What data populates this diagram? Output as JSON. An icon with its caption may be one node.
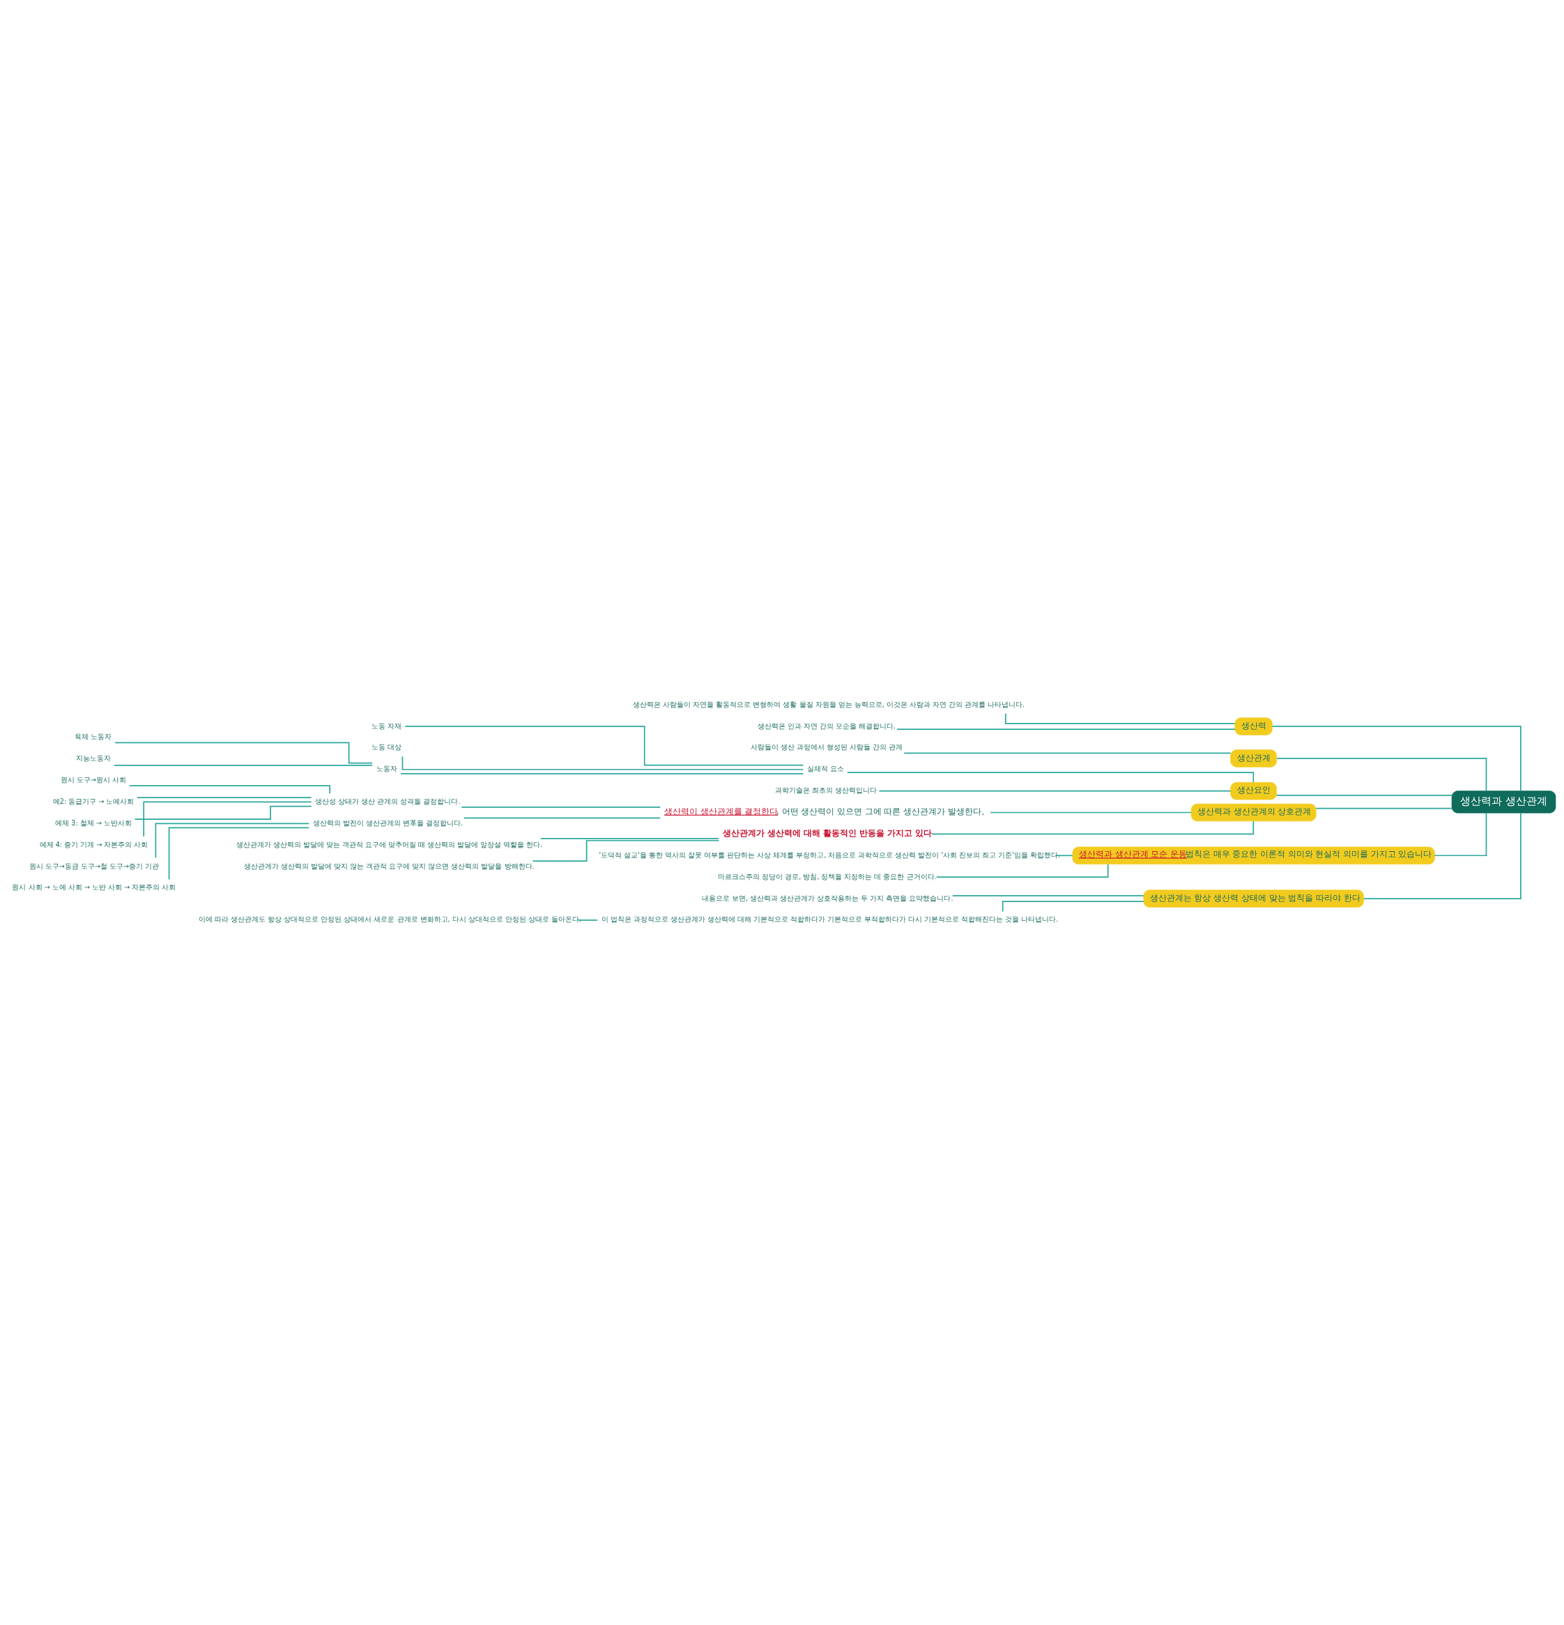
{
  "diagram": {
    "nodes": [
      {
        "text": [
          "생산력과 생산관계"
        ]
      },
      {
        "text": [
          "생산력"
        ]
      },
      {
        "text": [
          "생산력은 사람들이 자연을 활동적으로 변형하여 생활 물질 자원을 얻는 능력으로, 이것은 사람과 자연 간의 관계를 나타냅니다."
        ]
      },
      {
        "text": [
          "생산력은 인과 자연 간의 모순을 해결합니다."
        ]
      },
      {
        "text": [
          "생산관계"
        ]
      },
      {
        "text": [
          "사람들이 생산 과정에서 형성된 사람들 간의 관계"
        ]
      },
      {
        "text": [
          "생산요인"
        ]
      },
      {
        "text": [
          "실체적 요소"
        ]
      },
      {
        "text": [
          "노동 자재"
        ]
      },
      {
        "text": [
          "노동 대상"
        ]
      },
      {
        "text": [
          "노동자"
        ]
      },
      {
        "text": [
          "육체 노동자"
        ]
      },
      {
        "text": [
          "지능노동자"
        ]
      },
      {
        "text": [
          "과학기술은 최초의 생산력입니다"
        ]
      },
      {
        "text": [
          "생산력과 생산관계의 상호관계"
        ]
      },
      {
        "text": [
          "**생산력이 생산관계를 결정한다**, 어떤 생산력이 있으면 그에 따른 생산관계가 발생한다。"
        ]
      },
      {
        "text": [
          "생산성 상태가 생산 관계의 성격을 결정합니다."
        ]
      },
      {
        "text": [
          "원시 도구→원시 사회"
        ]
      },
      {
        "text": [
          "예2: 동급기구 → 노예사회"
        ]
      },
      {
        "text": [
          "예제 3: 철제 → 노반사회"
        ]
      },
      {
        "text": [
          "예제 4: 증기 기계 → 자본주의 사회"
        ]
      },
      {
        "text": [
          "생산력의 발전이 생산관계의 변革을 결정합니다."
        ]
      },
      {
        "text": [
          "원시 도구→동금 도구→철 도구→증기 기관"
        ]
      },
      {
        "text": [
          "원시 사회 → 노예 사회 → 노반 사회 → 자본주의 사회"
        ]
      },
      {
        "text": [
          "생산관계가 생산력에 대해 활동적인 반동을 가지고 있다"
        ]
      },
      {
        "text": [
          "생산관계가 생산력의 발달에 맞는 객관적 요구에 맞추어질 때 생산력의 발달에 앞장설 역할을 한다."
        ]
      },
      {
        "text": [
          "생산관계가 생산력의 발달에 맞지 않는 객관적 요구에 맞지 않으면 생산력의 발달을 방해한다."
        ]
      },
      {
        "text": [
          "**생산력과 생산관계 모순 운동**법칙은 매우 중요한 이론적 의미와 현실적 의미를 가지고 있습니다"
        ]
      },
      {
        "text": [
          "'도덕적 설교'을 통한 역사의 잘못 여부를 판단하는 사상 체계를 부정하고, 처음으로 과학적으로 생산력 발전이 '사회 진보의 최고 기준'임을 확립했다."
        ]
      },
      {
        "text": [
          "마르크스주의 정당이 경로, 방침, 정책을 지정하는 데 중요한 근거이다."
        ]
      },
      {
        "text": [
          "생산관계는 항상 생산력 상태에 맞는 법칙을 따라야 한다"
        ]
      },
      {
        "text": [
          "내용으로 보면, 생산력과 생산관계가 상호작용하는 두 가지 측면을 요약했습니다."
        ]
      },
      {
        "text": [
          "이 법칙은 과정적으로 생산관계가 생산력에 대해 기본적으로 적합하다가 기본적으로 부적합하다가 다시 기본적으로 적합해진다는 것을 나타냅니다."
        ]
      },
      {
        "text": [
          "이에 따라 생산관계도 항상 상대적으로 안정된 상태에서 새로운 관계로 변화하고, 다시 상대적으로 안정된 상태로 돌아온다."
        ]
      }
    ],
    "edges": [
      {
        "from": 0,
        "to": 1,
        "arrow": "none"
      },
      {
        "from": 1,
        "to": 2,
        "arrow": "none"
      },
      {
        "from": 1,
        "to": 3,
        "arrow": "none"
      },
      {
        "from": 0,
        "to": 4,
        "arrow": "none"
      },
      {
        "from": 4,
        "to": 5,
        "arrow": "none"
      },
      {
        "from": 0,
        "to": 6,
        "arrow": "none"
      },
      {
        "from": 6,
        "to": 7,
        "arrow": "none"
      },
      {
        "from": 7,
        "to": 8,
        "arrow": "none"
      },
      {
        "from": 7,
        "to": 9,
        "arrow": "none"
      },
      {
        "from": 7,
        "to": 10,
        "arrow": "none"
      },
      {
        "from": 10,
        "to": 11,
        "arrow": "none"
      },
      {
        "from": 10,
        "to": 12,
        "arrow": "none"
      },
      {
        "from": 6,
        "to": 13,
        "arrow": "none"
      },
      {
        "from": 0,
        "to": 14,
        "arrow": "none"
      },
      {
        "from": 14,
        "to": 15,
        "arrow": "none"
      },
      {
        "from": 15,
        "to": 16,
        "arrow": "none"
      },
      {
        "from": 16,
        "to": 17,
        "arrow": "none"
      },
      {
        "from": 16,
        "to": 18,
        "arrow": "none"
      },
      {
        "from": 16,
        "to": 19,
        "arrow": "none"
      },
      {
        "from": 16,
        "to": 20,
        "arrow": "none"
      },
      {
        "from": 15,
        "to": 21,
        "arrow": "none"
      },
      {
        "from": 21,
        "to": 22,
        "arrow": "none"
      },
      {
        "from": 21,
        "to": 23,
        "arrow": "none"
      },
      {
        "from": 14,
        "to": 24,
        "arrow": "none"
      },
      {
        "from": 24,
        "to": 25,
        "arrow": "none"
      },
      {
        "from": 24,
        "to": 26,
        "arrow": "none"
      },
      {
        "from": 0,
        "to": 27,
        "arrow": "none"
      },
      {
        "from": 27,
        "to": 28,
        "arrow": "none"
      },
      {
        "from": 27,
        "to": 29,
        "arrow": "none"
      },
      {
        "from": 0,
        "to": 30,
        "arrow": "none"
      },
      {
        "from": 30,
        "to": 31,
        "arrow": "none"
      },
      {
        "from": 30,
        "to": 32,
        "arrow": "none"
      },
      {
        "from": 32,
        "to": 33,
        "arrow": "none"
      }
    ]
  }
}
